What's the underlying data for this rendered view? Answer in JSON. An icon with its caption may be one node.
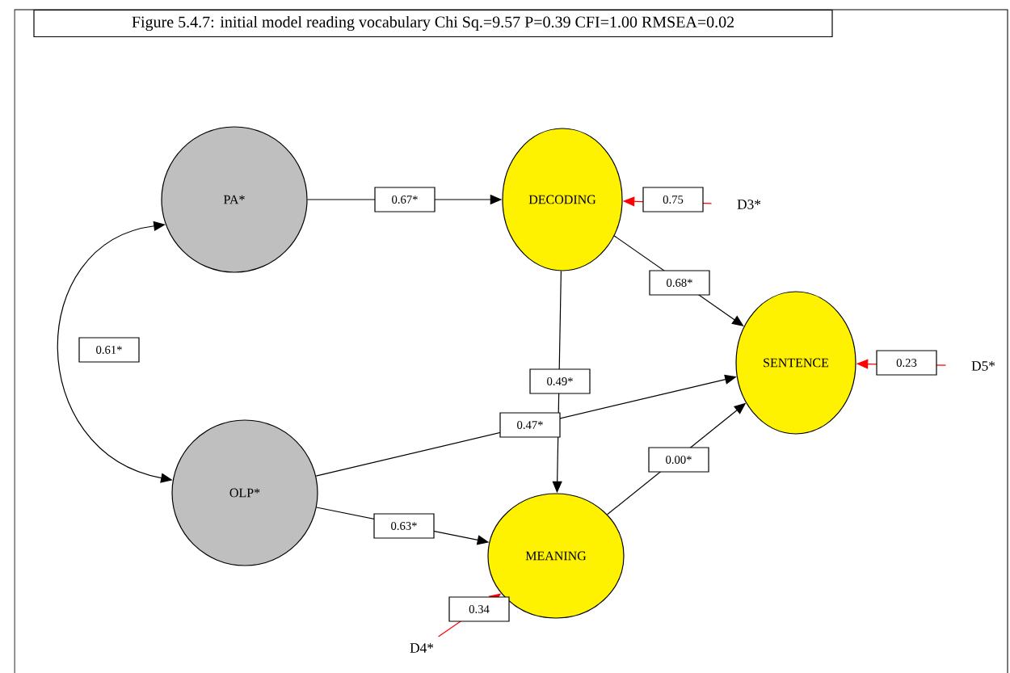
{
  "diagram": {
    "title": "Figure 5.4.7: initial model reading vocabulary Chi Sq.=9.57 P=0.39 CFI=1.00 RMSEA=0.02",
    "nodes": [
      {
        "text": [
          "PA*"
        ]
      },
      {
        "text": [
          "DECODING"
        ]
      },
      {
        "text": [
          "D3*"
        ]
      },
      {
        "text": [
          "SENTENCE"
        ]
      },
      {
        "text": [
          "D5*"
        ]
      },
      {
        "text": [
          "OLP*"
        ]
      },
      {
        "text": [
          "MEANING"
        ]
      },
      {
        "text": [
          "D4*"
        ]
      }
    ],
    "edges": [
      {
        "from": 0,
        "to": 1,
        "arrow": "to",
        "label": "0.67*"
      },
      {
        "from": 2,
        "to": 1,
        "arrow": "to",
        "label": "0.75",
        "color": "#ff0000"
      },
      {
        "from": 1,
        "to": 3,
        "arrow": "to",
        "label": "0.68*"
      },
      {
        "from": 0,
        "to": 5,
        "arrow": "both",
        "label": "0.61*"
      },
      {
        "from": 1,
        "to": 6,
        "arrow": "to",
        "label": "0.49*"
      },
      {
        "from": 5,
        "to": 3,
        "arrow": "to",
        "label": "0.47*"
      },
      {
        "from": 4,
        "to": 3,
        "arrow": "to",
        "label": "0.23",
        "color": "#ff0000"
      },
      {
        "from": 5,
        "to": 6,
        "arrow": "to",
        "label": "0.63*"
      },
      {
        "from": 6,
        "to": 3,
        "arrow": "to",
        "label": "0.00*"
      },
      {
        "from": 7,
        "to": 6,
        "arrow": "to",
        "label": "0.34",
        "color": "#ff0000"
      }
    ]
  }
}
